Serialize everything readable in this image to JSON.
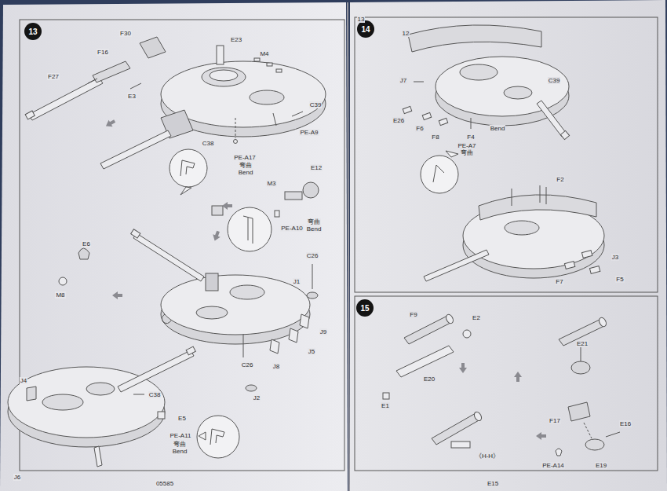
{
  "diagram": {
    "nodes": [
      {
        "text": [
          "13"
        ]
      },
      {
        "text": [
          "14"
        ]
      },
      {
        "text": [
          "15"
        ]
      }
    ],
    "labels": [
      "F30",
      "F16",
      "F27",
      "E3",
      "E23",
      "M4",
      "C39",
      "PE-A9",
      "C38",
      "PE-A17",
      "弯曲",
      "Bend",
      "E12",
      "M3",
      "PE-A10",
      "弯曲",
      "Bend",
      "E6",
      "M8",
      "C26",
      "J1",
      "J9",
      "J5",
      "J8",
      "C26",
      "J2",
      "J4",
      "C38",
      "E5",
      "PE-A11",
      "弯曲",
      "Bend",
      "J6",
      "05585",
      "12",
      "J7",
      "C39",
      "E26",
      "F6",
      "F8",
      "F4",
      "PE-A7",
      "弯曲",
      "Bend",
      "F2",
      "J3",
      "F7",
      "F5",
      "F9",
      "E2",
      "E20",
      "E1",
      "E21",
      "《H-H》",
      "F17",
      "E16",
      "PE-A14",
      "E19",
      "E15",
      "13"
    ]
  }
}
